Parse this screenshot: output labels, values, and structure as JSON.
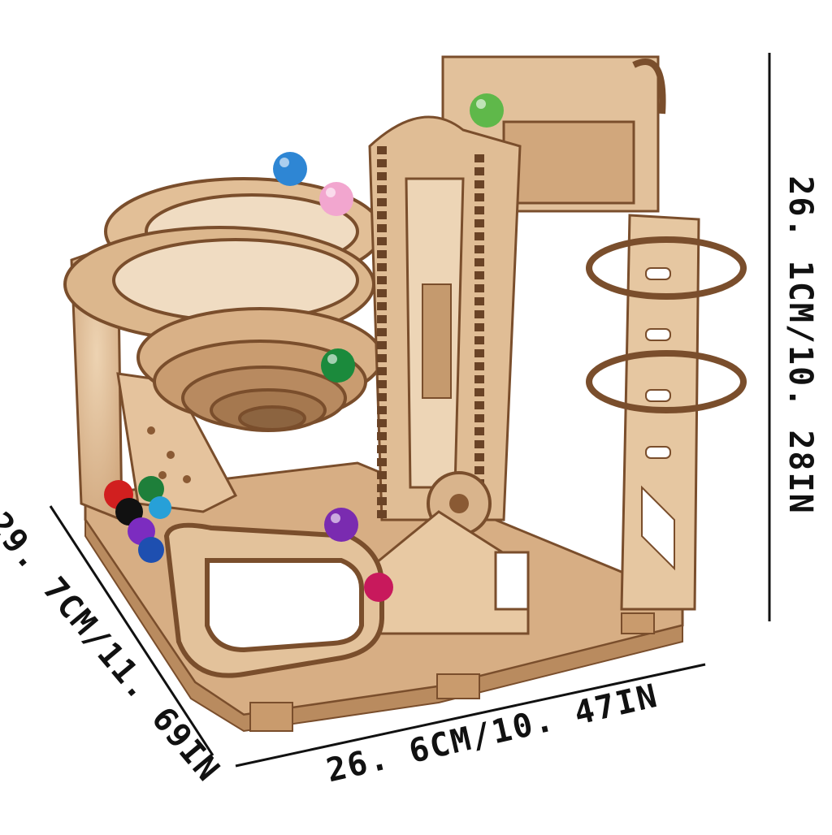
{
  "image": {
    "subject": "wooden marble run model kit",
    "dimensions": {
      "height_label": "26. 1CM/10. 28IN",
      "width_label": "26. 6CM/10. 47IN",
      "depth_label": "29. 7CM/11. 69IN"
    },
    "colors": {
      "wood": "#d9b48c",
      "wood_light": "#e9cba6",
      "wood_dark": "#8a5a34",
      "line": "#111111"
    },
    "marbles": [
      {
        "color": "#2e86d4",
        "name": "blue"
      },
      {
        "color": "#f2a6cf",
        "name": "pink"
      },
      {
        "color": "#5fb84a",
        "name": "green"
      },
      {
        "color": "#1b8a3c",
        "name": "dark-green"
      },
      {
        "color": "#7a2bb0",
        "name": "purple"
      },
      {
        "color": "#c8195c",
        "name": "magenta"
      },
      {
        "color": "#d11f1f",
        "name": "red"
      },
      {
        "color": "#111111",
        "name": "black"
      },
      {
        "color": "#1e7f3a",
        "name": "green-2"
      },
      {
        "color": "#7c2cc0",
        "name": "purple-2"
      },
      {
        "color": "#1e4fb0",
        "name": "blue-2"
      },
      {
        "color": "#27a0d8",
        "name": "cyan"
      }
    ]
  }
}
